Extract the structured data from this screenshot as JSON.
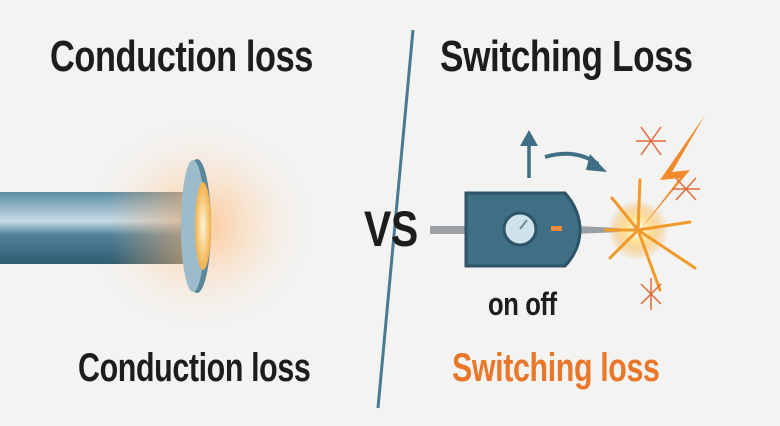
{
  "left_panel": {
    "title": "Conduction loss",
    "label": "Conduction loss",
    "icon": "glowing-pipe"
  },
  "divider": {
    "text": "VS"
  },
  "right_panel": {
    "title": "Switching Loss",
    "label": "Switching loss",
    "switch_caption": "on off",
    "icon": "switch-with-spark"
  },
  "colors": {
    "accent_orange": "#e8772a",
    "steel_blue": "#3f6f84",
    "text": "#1d1d1d",
    "background": "#f3f3f2"
  }
}
